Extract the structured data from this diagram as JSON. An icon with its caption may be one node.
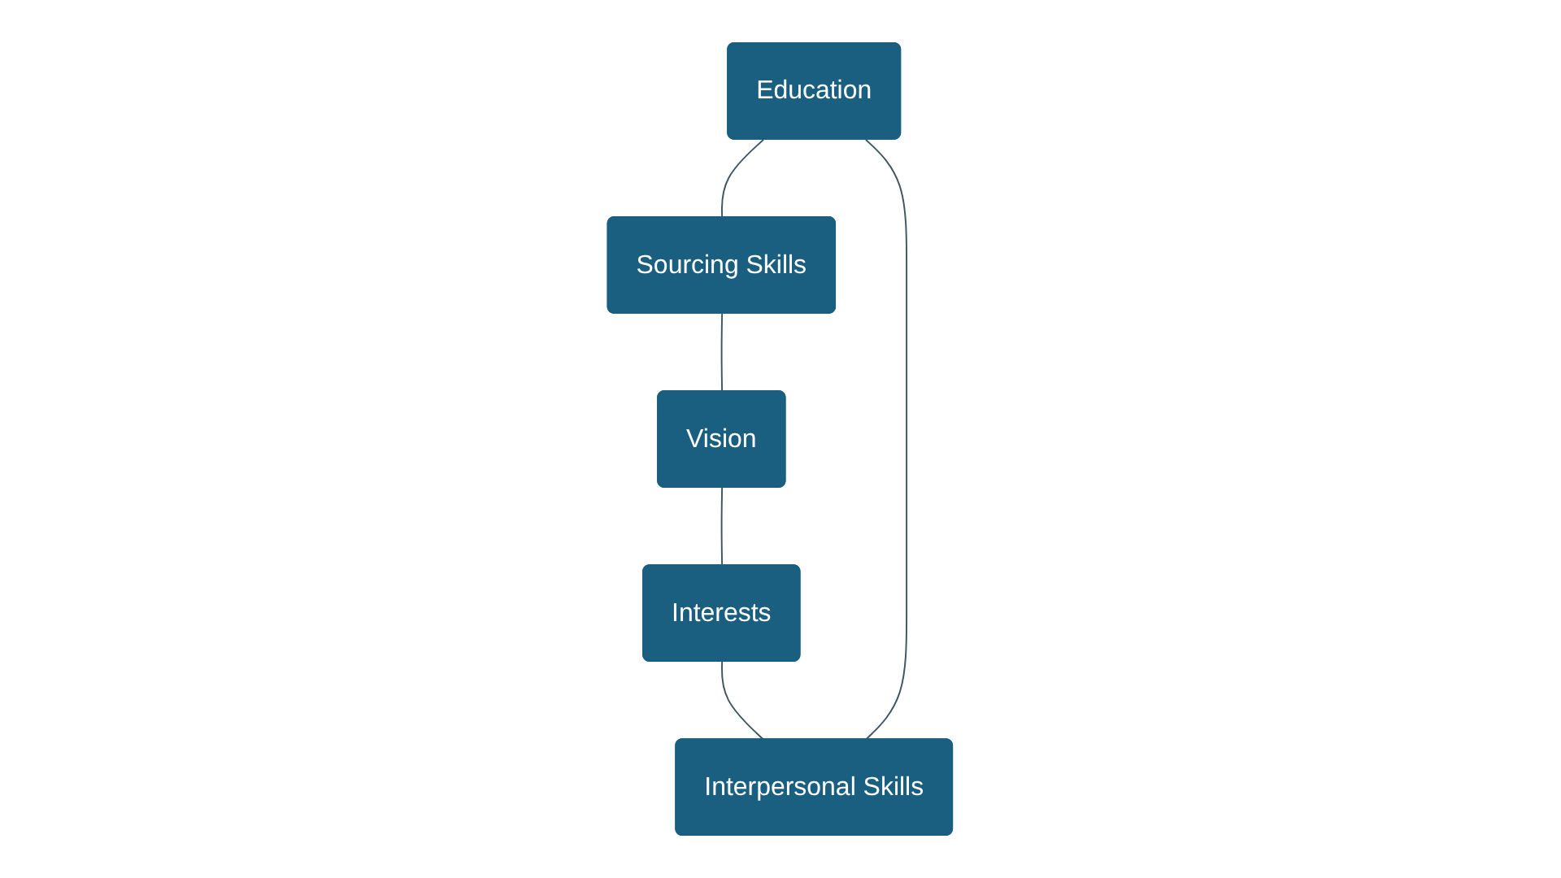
{
  "diagram": {
    "nodes": [
      {
        "text": [
          "Education"
        ]
      },
      {
        "text": [
          "Interpersonal Skills"
        ]
      },
      {
        "text": [
          "Sourcing Skills"
        ]
      },
      {
        "text": [
          "Interests"
        ]
      },
      {
        "text": [
          "Vision"
        ]
      }
    ],
    "edges": [
      {
        "from": 0,
        "to": 2,
        "arrow": "none"
      },
      {
        "from": 2,
        "to": 4,
        "arrow": "none"
      },
      {
        "from": 4,
        "to": 3,
        "arrow": "none"
      },
      {
        "from": 3,
        "to": 1,
        "arrow": "none"
      },
      {
        "from": 1,
        "to": 0,
        "arrow": "none"
      }
    ]
  }
}
